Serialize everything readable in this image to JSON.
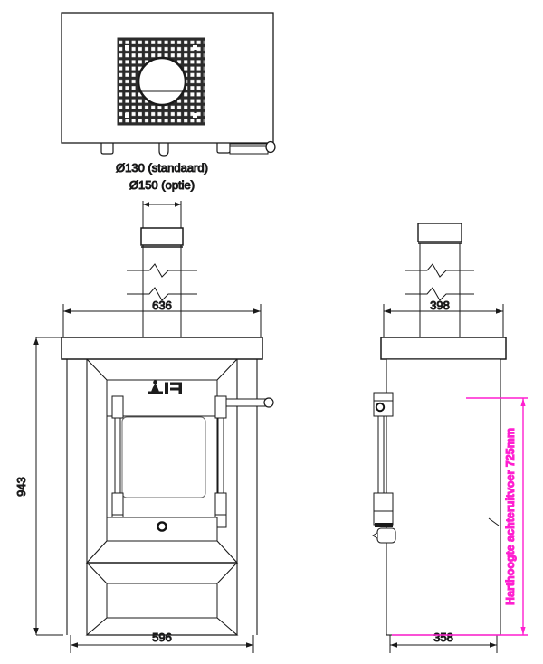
{
  "drawing": {
    "type": "technical-drawing",
    "units": "mm",
    "background_color": "#ffffff",
    "line_color": "#1a1a1a",
    "accent_color": "#ff1fd0",
    "views": {
      "top": {
        "name": "top-view",
        "has_mesh_panel": true,
        "has_flue_circle": true,
        "feet_count": 3,
        "handle_on_right": true
      },
      "front": {
        "name": "front-view",
        "width_label": "596",
        "height_label": "943",
        "flue_center_label": "636",
        "has_logo": true,
        "has_door_window": true,
        "has_knob": true,
        "has_handle": true
      },
      "side": {
        "name": "side-view",
        "depth_label": "358",
        "flue_center_label": "398",
        "has_hinge": true
      }
    },
    "flue_labels": {
      "standard": "Ø130 (standaard)",
      "option": "Ø150 (optie)"
    },
    "dimensions": {
      "front_flue_center": "636",
      "front_width": "596",
      "front_height": "943",
      "side_flue_center": "398",
      "side_depth": "358",
      "rear_outlet_height": "Harthoogte achteruitvoer 725mm"
    }
  }
}
